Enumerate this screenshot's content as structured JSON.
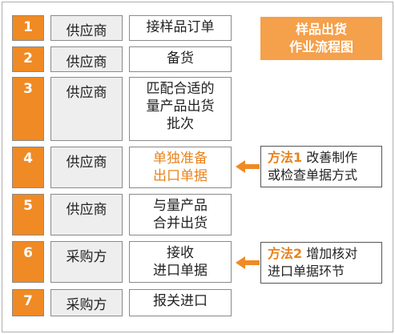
{
  "title": {
    "line1": "样品出货",
    "line2": "作业流程图"
  },
  "steps": [
    {
      "num": "1",
      "party": "供应商",
      "task": [
        "接样品订单"
      ],
      "highlight": false
    },
    {
      "num": "2",
      "party": "供应商",
      "task": [
        "备货"
      ],
      "highlight": false
    },
    {
      "num": "3",
      "party": "供应商",
      "task": [
        "匹配合适的",
        "量产品出货",
        "批次"
      ],
      "highlight": false
    },
    {
      "num": "4",
      "party": "供应商",
      "task": [
        "单独准备",
        "出口单据"
      ],
      "highlight": true
    },
    {
      "num": "5",
      "party": "供应商",
      "task": [
        "与量产品",
        "合并出货"
      ],
      "highlight": false
    },
    {
      "num": "6",
      "party": "采购方",
      "task": [
        "接收",
        "进口单据"
      ],
      "highlight": false
    },
    {
      "num": "7",
      "party": "采购方",
      "task": [
        "报关进口"
      ],
      "highlight": false
    }
  ],
  "notes": [
    {
      "method": "方法1",
      "line1_rest": " 改善制作",
      "line2": "或检查单据方式"
    },
    {
      "method": "方法2",
      "line1_rest": " 增加核对",
      "line2": "进口单据环节"
    }
  ],
  "colors": {
    "accent": "#f08a24",
    "title_bg": "#f5a04a",
    "highlight_text": "#e8831f",
    "party_bg": "#eeeeee"
  },
  "icons": {
    "arrow": "arrow-left-icon"
  }
}
